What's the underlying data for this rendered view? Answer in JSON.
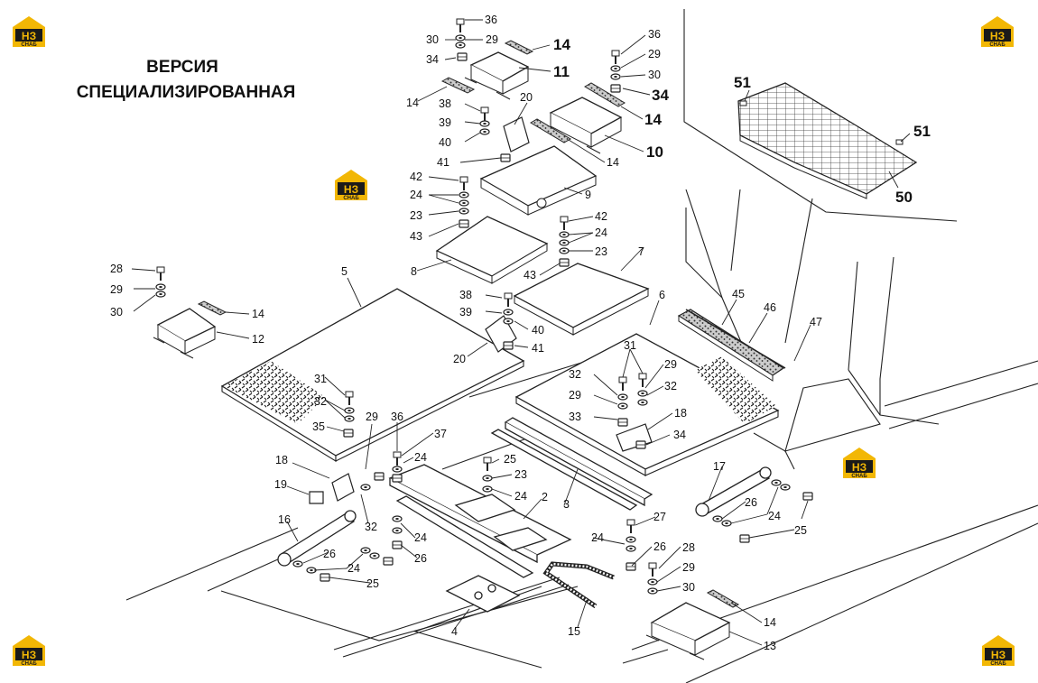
{
  "title_line1": "ВЕРСИЯ",
  "title_line2": "СПЕЦИАЛИЗИРОВАННАЯ",
  "logo": {
    "letters": "НЗ",
    "caption": "СНАБ",
    "color": "#f2b705",
    "box_color": "#1a1a1a"
  },
  "labels": {
    "l36a": "36",
    "l29a": "29",
    "l30a": "30",
    "l34a": "34",
    "l14a": "14",
    "l11": "11",
    "l14b": "14",
    "l36b": "36",
    "l29b": "29",
    "l30b": "30",
    "l34b": "34",
    "l14c": "14",
    "l10": "10",
    "l38a": "38",
    "l39a": "39",
    "l40a": "40",
    "l20a": "20",
    "l14d": "14",
    "l41a": "41",
    "l9": "9",
    "l42a": "42",
    "l24a": "24",
    "l23a": "23",
    "l43a": "43",
    "l8": "8",
    "l42b": "42",
    "l24b": "24",
    "l23b": "23",
    "l43b": "43",
    "l7": "7",
    "l28a": "28",
    "l29c": "29",
    "l30c": "30",
    "l14e": "14",
    "l12": "12",
    "l5": "5",
    "l38b": "38",
    "l39b": "39",
    "l40b": "40",
    "l41b": "41",
    "l20b": "20",
    "l6": "6",
    "l45": "45",
    "l46": "46",
    "l47": "47",
    "l51a": "51",
    "l51b": "51",
    "l50": "50",
    "l31a": "31",
    "l32a": "32",
    "l35": "35",
    "l29d": "29",
    "l36c": "36",
    "l37": "37",
    "l31b": "31",
    "l29e": "29",
    "l32b": "32",
    "l32c": "32",
    "l29f": "29",
    "l33": "33",
    "l18a": "18",
    "l34c": "34",
    "l18b": "18",
    "l19": "19",
    "l24c": "24",
    "l25a": "25",
    "l23c": "23",
    "l24d": "24",
    "l2": "2",
    "l3": "3",
    "l16": "16",
    "l32d": "32",
    "l26a": "26",
    "l24e": "24",
    "l25b": "25",
    "l24f": "24",
    "l26b": "26",
    "l17": "17",
    "l26c": "26",
    "l24g": "24",
    "l25c": "25",
    "l27": "27",
    "l24h": "24",
    "l26d": "26",
    "l28b": "28",
    "l29g": "29",
    "l30d": "30",
    "l14f": "14",
    "l13": "13",
    "l4": "4",
    "l15": "15"
  }
}
